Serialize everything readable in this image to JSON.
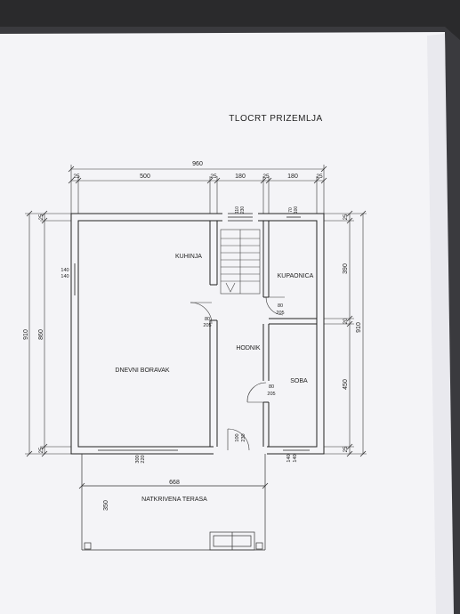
{
  "title": "TLOCRT PRIZEMLJA",
  "rooms": {
    "kitchen": "KUHINJA",
    "living": "DNEVNI BORAVAK",
    "hall": "HODNIK",
    "bathroom": "KUPAONICA",
    "bedroom": "SOBA",
    "terrace": "NATKRIVENA TERASA"
  },
  "dims_top": {
    "total": "960",
    "segments": [
      "25",
      "500",
      "25",
      "180",
      "25",
      "180",
      "25"
    ]
  },
  "dims_left": {
    "total": "910",
    "inner": "860",
    "top_wall": "25",
    "bottom_wall": "25"
  },
  "dims_right": {
    "total": "910",
    "segments": [
      "25",
      "390",
      "20",
      "450",
      "25"
    ]
  },
  "openings": {
    "stair_window": [
      "110",
      "230"
    ],
    "bath_window": [
      "70",
      "100"
    ],
    "living_window": [
      "140",
      "140"
    ],
    "kitchen_door": [
      "80",
      "205"
    ],
    "bath_door": [
      "80",
      "205"
    ],
    "bedroom_door": [
      "80",
      "205"
    ],
    "entrance_door": [
      "100",
      "230"
    ],
    "terrace_door": [
      "300",
      "220"
    ],
    "bedroom_window": [
      "140",
      "140"
    ]
  },
  "terrace": {
    "width": "668",
    "depth": "350"
  }
}
